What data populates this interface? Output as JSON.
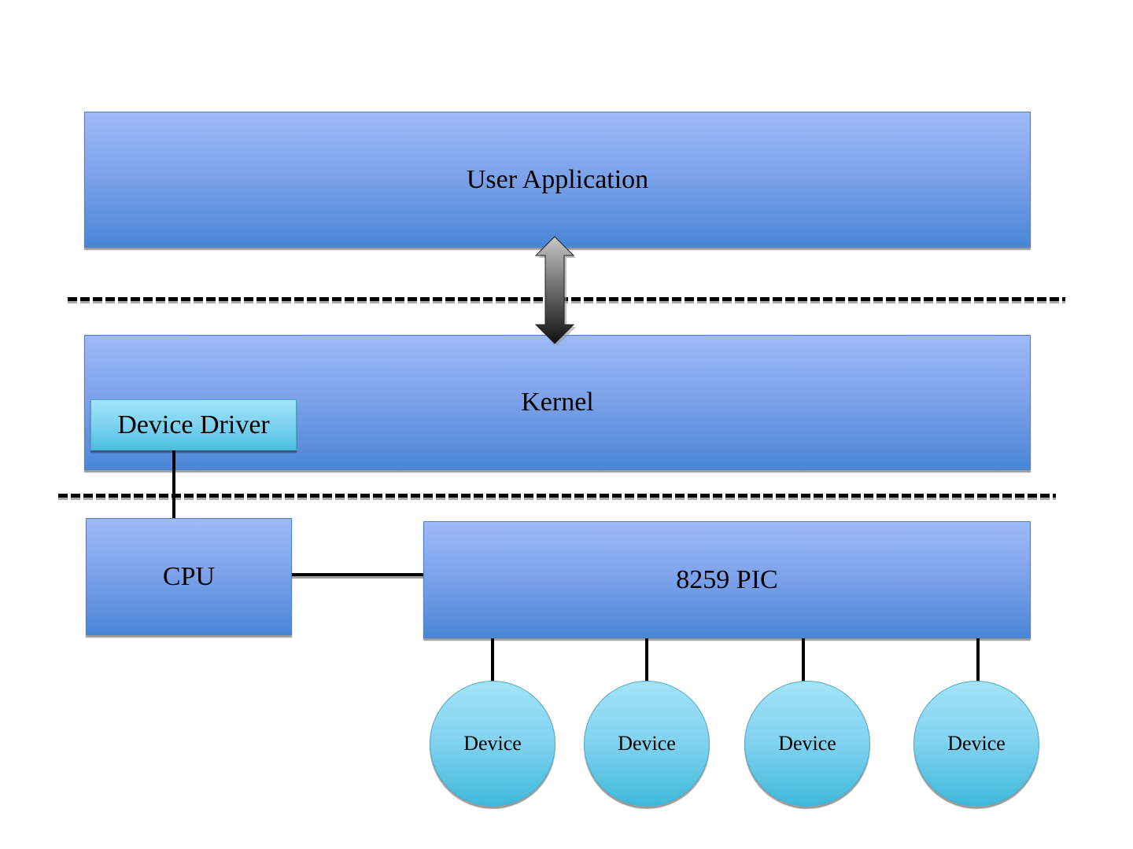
{
  "diagram": {
    "layers": {
      "user_application": "User Application",
      "kernel": "Kernel",
      "device_driver": "Device Driver",
      "cpu": "CPU",
      "pic": "8259 PIC"
    },
    "devices": [
      "Device",
      "Device",
      "Device",
      "Device"
    ],
    "connections": [
      {
        "from": "User Application",
        "to": "Kernel",
        "type": "bidirectional-arrow"
      },
      {
        "from": "Device Driver",
        "to": "CPU",
        "type": "line"
      },
      {
        "from": "CPU",
        "to": "8259 PIC",
        "type": "line"
      },
      {
        "from": "8259 PIC",
        "to": "Device",
        "type": "line",
        "count": 4
      }
    ],
    "separators": [
      "user-kernel-boundary",
      "kernel-hardware-boundary"
    ],
    "colors": {
      "layer_box_top": "#9dbaf9",
      "layer_box_bottom": "#4a86d6",
      "device_top": "#a4e3f8",
      "device_bottom": "#3fb9da",
      "line": "#000000"
    }
  }
}
